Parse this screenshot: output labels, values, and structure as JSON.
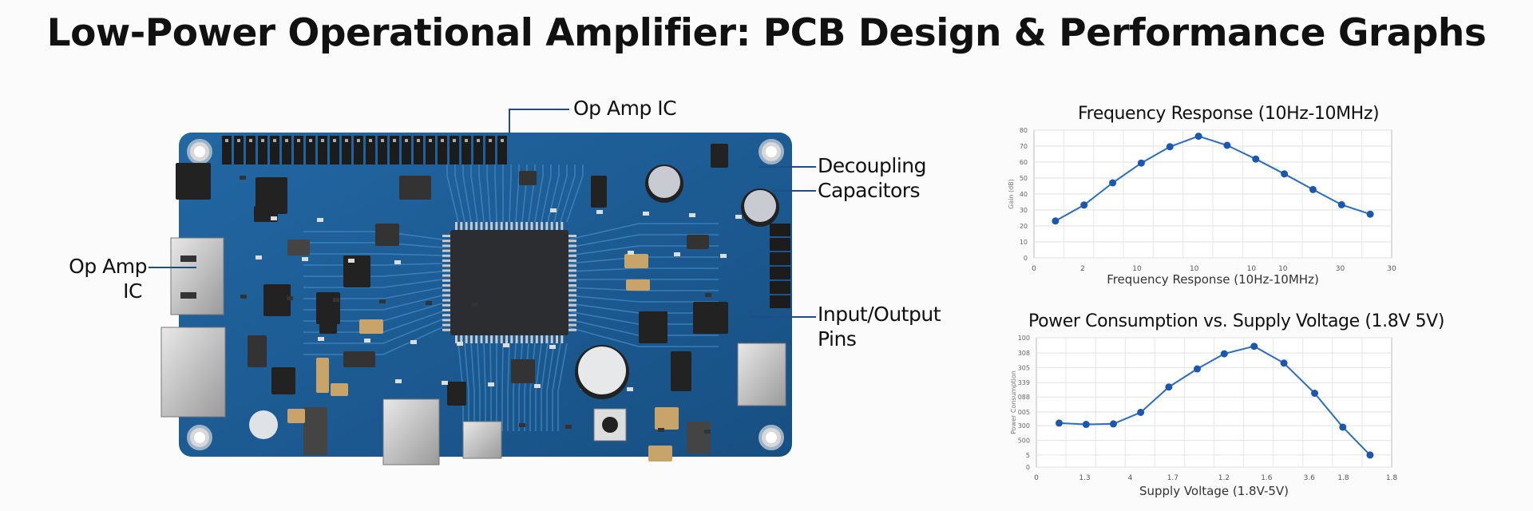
{
  "title": "Low-Power Operational Amplifier: PCB Design & Performance Graphs",
  "annotations": {
    "top_op_amp": "Op Amp IC",
    "left_op_amp_line1": "Op Amp",
    "left_op_amp_line2": "IC",
    "decoupling_line1": "Decoupling",
    "decoupling_line2": "Capacitors",
    "io_line1": "Input/Output",
    "io_line2": "Pins"
  },
  "colors": {
    "pcb": "#1f5d93",
    "series": "#2a6dc4",
    "marker": "#1b57b0"
  },
  "chart_data": [
    {
      "type": "line",
      "title": "Frequency Response (10Hz-10MHz)",
      "xlabel": "Frequency Response (10Hz-10MHz)",
      "ylabel": "Gain (dB)",
      "xlim": [
        0,
        12.5
      ],
      "ylim": [
        0,
        80
      ],
      "grid": true,
      "xticks": [
        {
          "v": 0,
          "label": "0"
        },
        {
          "v": 1.7,
          "label": "2"
        },
        {
          "v": 3.6,
          "label": "10"
        },
        {
          "v": 5.6,
          "label": "10"
        },
        {
          "v": 7.6,
          "label": "10"
        },
        {
          "v": 8.7,
          "label": "10"
        },
        {
          "v": 10.7,
          "label": "30"
        },
        {
          "v": 12.5,
          "label": "30"
        }
      ],
      "yticks": [
        {
          "v": 0,
          "label": "0"
        },
        {
          "v": 10,
          "label": "10"
        },
        {
          "v": 20,
          "label": "20"
        },
        {
          "v": 30,
          "label": "30"
        },
        {
          "v": 40,
          "label": "40"
        },
        {
          "v": 50,
          "label": "50"
        },
        {
          "v": 60,
          "label": "60"
        },
        {
          "v": 70,
          "label": "70"
        },
        {
          "v": 80,
          "label": "80"
        }
      ],
      "x": [
        0.75,
        1.75,
        2.75,
        3.75,
        4.75,
        5.75,
        6.75,
        7.75,
        8.75,
        9.75,
        10.75,
        11.75
      ],
      "y": [
        23.1,
        33.1,
        47.0,
        59.4,
        69.6,
        76.2,
        70.5,
        61.9,
        52.6,
        42.8,
        33.3,
        27.4
      ]
    },
    {
      "type": "line",
      "title": "Power Consumption vs. Supply Voltage (1.8V 5V)",
      "xlabel": "Supply Voltage (1.8V-5V)",
      "ylabel": "Power Consumption",
      "xlim": [
        0,
        12.5
      ],
      "ylim": [
        0,
        100
      ],
      "grid": true,
      "xticks": [
        {
          "v": 0,
          "label": "0"
        },
        {
          "v": 1.7,
          "label": "1.3"
        },
        {
          "v": 3.3,
          "label": "4"
        },
        {
          "v": 4.8,
          "label": "1.7"
        },
        {
          "v": 6.6,
          "label": "1.2"
        },
        {
          "v": 8.1,
          "label": "1.6"
        },
        {
          "v": 9.6,
          "label": "3.6"
        },
        {
          "v": 10.8,
          "label": "1.8"
        },
        {
          "v": 12.5,
          "label": "1.8"
        }
      ],
      "yticks": [
        {
          "v": 0,
          "label": "0"
        },
        {
          "v": 9.3,
          "label": "5"
        },
        {
          "v": 20.6,
          "label": "500"
        },
        {
          "v": 32,
          "label": "300"
        },
        {
          "v": 42.7,
          "label": "005"
        },
        {
          "v": 54.2,
          "label": "088"
        },
        {
          "v": 65.3,
          "label": "339"
        },
        {
          "v": 76.9,
          "label": "305"
        },
        {
          "v": 88.2,
          "label": "308"
        },
        {
          "v": 100,
          "label": "100"
        }
      ],
      "x": [
        0.8,
        1.75,
        2.71,
        3.67,
        4.66,
        5.66,
        6.61,
        7.66,
        8.71,
        9.79,
        10.78,
        11.74
      ],
      "y": [
        34.0,
        33.0,
        33.4,
        42.3,
        61.9,
        75.9,
        87.6,
        93.4,
        80.4,
        57.1,
        30.9,
        9.3
      ]
    }
  ]
}
